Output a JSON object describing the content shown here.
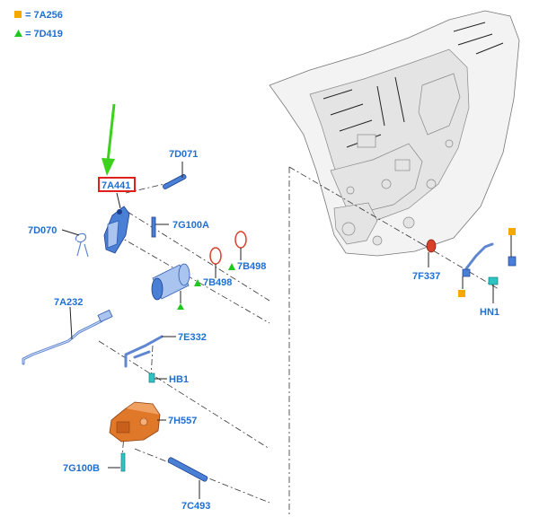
{
  "legend": [
    {
      "symbol": "square",
      "color": "#f5a800",
      "text": "= 7A256"
    },
    {
      "symbol": "triangle",
      "color": "#1ec81e",
      "text": "= 7D419"
    }
  ],
  "labels": {
    "l_7d071": "7D071",
    "l_7a441": "7A441",
    "l_7d070": "7D070",
    "l_7g100a": "7G100A",
    "l_7b498a": "7B498",
    "l_7b498b": "7B498",
    "l_7a232": "7A232",
    "l_7e332": "7E332",
    "l_hb1": "HB1",
    "l_7h557": "7H557",
    "l_7g100b": "7G100B",
    "l_7c493": "7C493",
    "l_7f337": "7F337",
    "l_hn1": "HN1"
  },
  "colors": {
    "label": "#1f6fd1",
    "highlight_box": "#e0201c",
    "pointer_arrow": "#3cd11c",
    "marker_square": "#f5a800",
    "marker_triangle": "#1ec81e",
    "part_blue": "#4a7fd6",
    "part_orange": "#e0782a",
    "part_teal": "#2ec4c4",
    "seal_red": "#d9402a"
  },
  "highlight": {
    "target": "7A441",
    "icon": "green-down-arrow"
  }
}
